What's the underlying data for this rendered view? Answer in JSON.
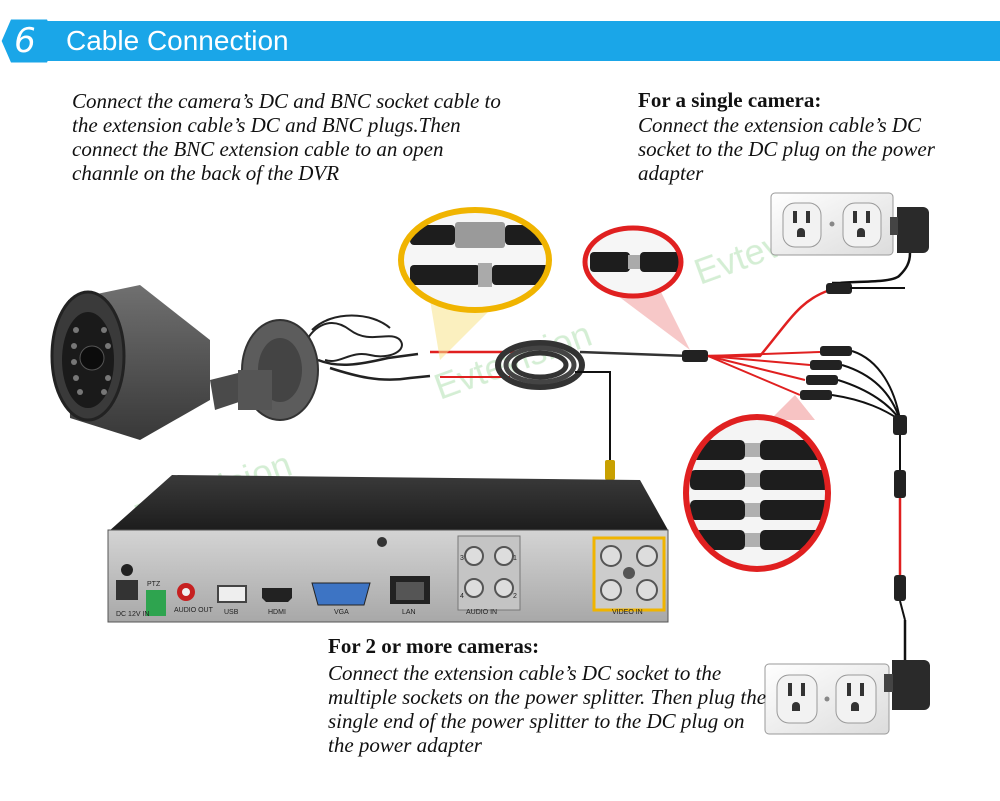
{
  "banner": {
    "step": "6",
    "title": "Cable Connection"
  },
  "instructions": {
    "camera_cable": "Connect the camera’s DC and BNC socket cable to the extension cable’s DC and BNC plugs.Then connect the BNC extension cable to an open channle on the back of the DVR",
    "single_camera_heading": "For a single camera:",
    "single_camera_text": "Connect the extension cable’s DC socket to the DC plug on the power adapter",
    "multi_camera_heading": "For 2 or more cameras:",
    "multi_camera_text": "Connect the extension cable’s DC socket to the multiple sockets on the power splitter. Then plug the single end of the power splitter to the DC plug on the power adapter"
  },
  "watermark": "Evtevision",
  "dvr_labels": {
    "dc_in": "DC 12V IN",
    "ptz": "PTZ",
    "audio_out": "AUDIO OUT",
    "usb": "USB",
    "hdmi": "HDMI",
    "vga": "VGA",
    "lan": "LAN",
    "audio_in": "AUDIO IN",
    "video_in": "VIDEO IN",
    "ch1": "1",
    "ch2": "2",
    "ch3": "3",
    "ch4": "4"
  },
  "colors": {
    "banner": "#1aa6e8",
    "power_cable": "#e02020",
    "video_cable": "#f0b400",
    "zoom_yellow": "#f0b400",
    "zoom_red": "#e02020"
  },
  "icons": [
    "cctv-camera-icon",
    "wall-outlet-icon",
    "power-adapter-icon",
    "dvr-recorder-icon",
    "bnc-connector-icon",
    "dc-connector-icon",
    "power-splitter-icon"
  ]
}
